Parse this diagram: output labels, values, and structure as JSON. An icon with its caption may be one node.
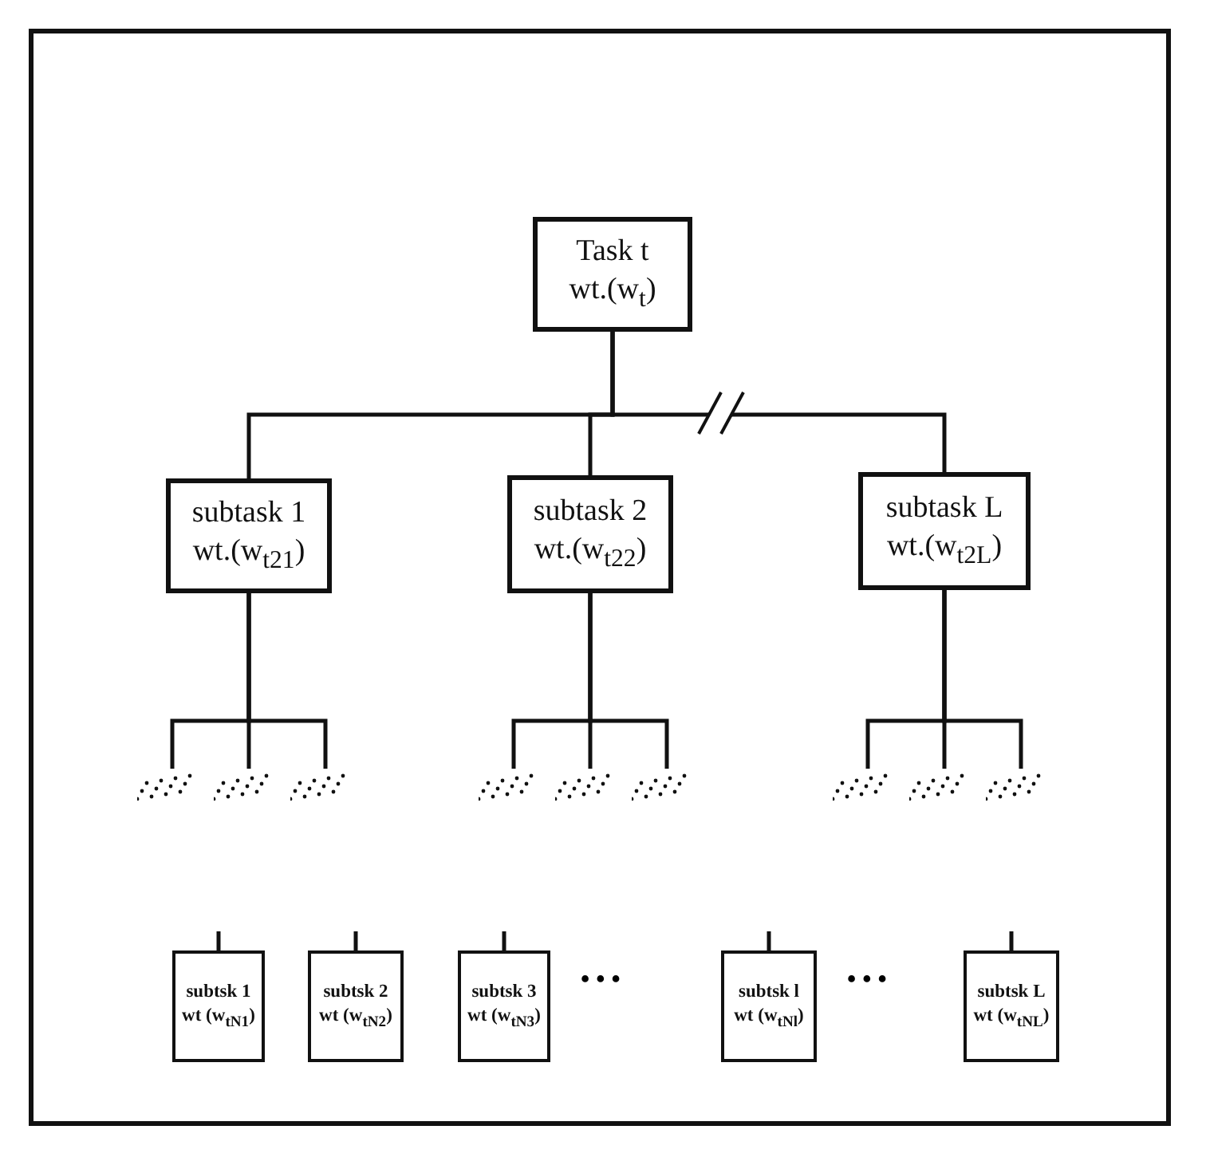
{
  "diagram": {
    "nodes": [
      {
        "text": [
          "Task t",
          "wt.(w$_{t}$)"
        ]
      },
      {
        "text": [
          "subtask 1",
          "wt.(w$_{t21}$)"
        ]
      },
      {
        "text": [
          "subtask 2",
          "wt.(w$_{t22}$)"
        ]
      },
      {
        "text": [
          "subtask L",
          "wt.(w$_{t2L}$)"
        ]
      },
      {
        "text": [
          "subtsk 1",
          "wt (w$_{tN1}$)"
        ]
      },
      {
        "text": [
          "subtsk 2",
          "wt (w$_{tN2}$)"
        ]
      },
      {
        "text": [
          "subtsk 3",
          "wt (w$_{tN3}$)"
        ]
      },
      {
        "text": [
          "subtsk l",
          "wt (w$_{tNl}$)"
        ]
      },
      {
        "text": [
          "subtsk L",
          "wt (w$_{tNL}$)"
        ]
      }
    ],
    "edges": [
      {
        "from": 0,
        "to": 1,
        "arrow": "none"
      },
      {
        "from": 0,
        "to": 2,
        "arrow": "none"
      },
      {
        "from": 0,
        "to": 3,
        "arrow": "none"
      },
      {
        "from": 1,
        "to": null,
        "arrow": "other"
      },
      {
        "from": 1,
        "to": null,
        "arrow": "other"
      },
      {
        "from": 1,
        "to": null,
        "arrow": "other"
      },
      {
        "from": 2,
        "to": null,
        "arrow": "other"
      },
      {
        "from": 2,
        "to": null,
        "arrow": "other"
      },
      {
        "from": 2,
        "to": null,
        "arrow": "other"
      },
      {
        "from": 3,
        "to": null,
        "arrow": "other"
      },
      {
        "from": 3,
        "to": null,
        "arrow": "other"
      },
      {
        "from": 3,
        "to": null,
        "arrow": "other"
      },
      {
        "from": null,
        "to": 4,
        "arrow": "none"
      },
      {
        "from": null,
        "to": 5,
        "arrow": "none"
      },
      {
        "from": null,
        "to": 6,
        "arrow": "none"
      },
      {
        "from": null,
        "to": 7,
        "arrow": "none"
      },
      {
        "from": null,
        "to": 8,
        "arrow": "none"
      }
    ],
    "labels": [
      "• • •",
      "• • •"
    ]
  }
}
